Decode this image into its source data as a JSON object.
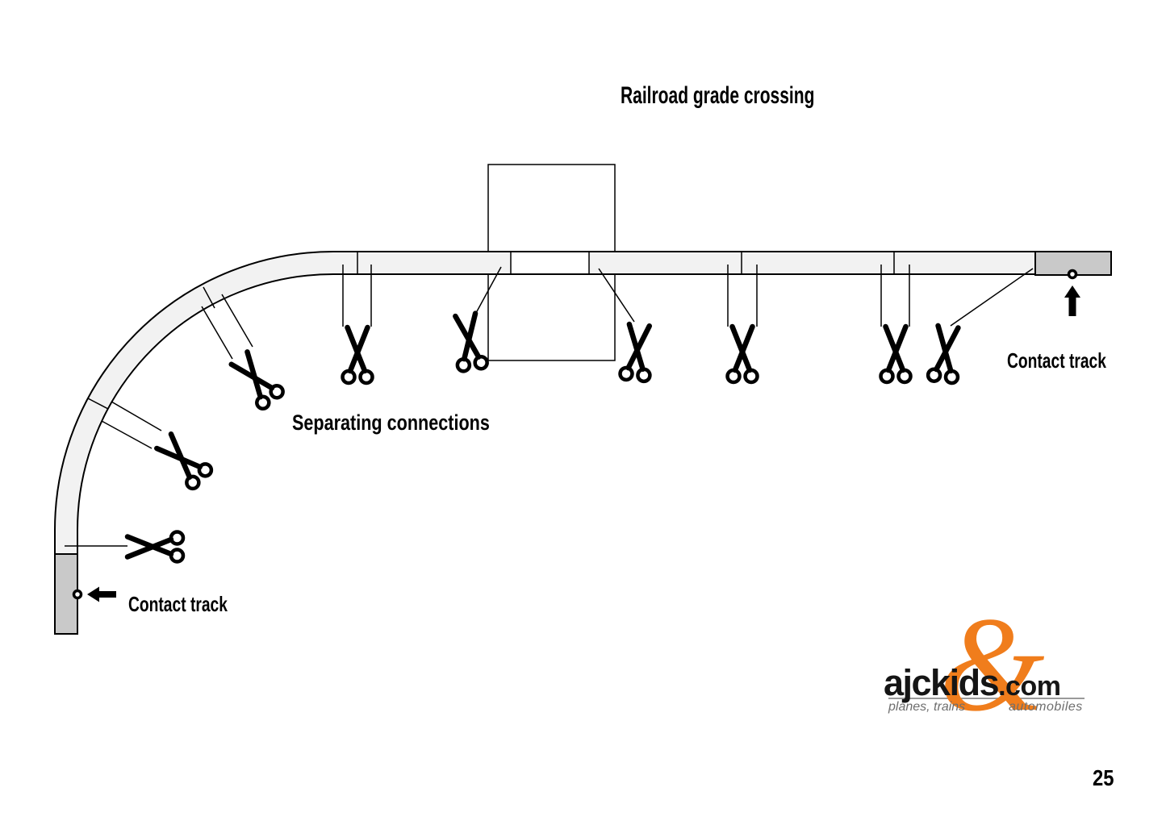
{
  "page": {
    "title": "Railroad grade crossing",
    "page_number": "25"
  },
  "labels": {
    "separating_connections": "Separating connections",
    "contact_track_left": "Contact track",
    "contact_track_right": "Contact track"
  },
  "diagram": {
    "track_fill": "#F2F2F2",
    "crossing_fill": "#FFFFFF",
    "contact_fill": "#C9C9C9",
    "line_color": "#000000",
    "scissors_marker_count": 9,
    "icons": {
      "scissors": "scissors-cut-marker",
      "arrow_left": "left-arrow-to-contact-stud",
      "arrow_up": "up-arrow-to-contact-stud",
      "contact_dot": "contact-stud-circle"
    }
  },
  "logo": {
    "name": "ajckids",
    "tld": ".com",
    "ampersand": "&",
    "tagline_left": "planes, trains",
    "tagline_right": "automobiles",
    "accent_color": "#F07D1C",
    "text_color": "#151515",
    "tagline_color": "#6E6E6E"
  }
}
